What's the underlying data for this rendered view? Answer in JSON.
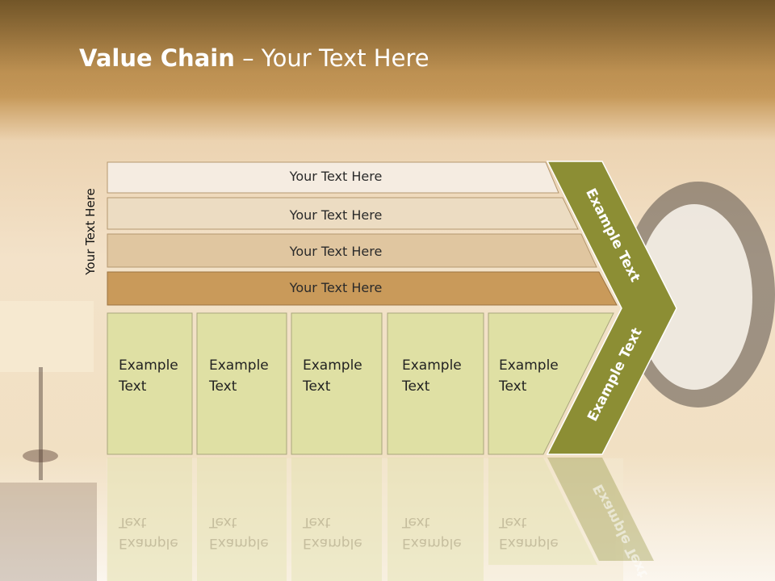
{
  "slide": {
    "title_bold": "Value Chain",
    "title_rest": " – Your Text Here",
    "vertical_label": "Your Text Here",
    "rows": [
      {
        "label": "Your Text Here",
        "fill": "#f5ece1"
      },
      {
        "label": "Your Text Here",
        "fill": "#ecdcc2"
      },
      {
        "label": "Your Text Here",
        "fill": "#e0c6a0"
      },
      {
        "label": "Your Text Here",
        "fill": "#c99a5a"
      }
    ],
    "boxes": [
      {
        "line1": "Example",
        "line2": "Text"
      },
      {
        "line1": "Example",
        "line2": "Text"
      },
      {
        "line1": "Example",
        "line2": "Text"
      },
      {
        "line1": "Example",
        "line2": "Text"
      },
      {
        "line1": "Example",
        "line2": "Text"
      }
    ],
    "chevron_top_text": "Example Text",
    "chevron_bottom_text": "Example Text",
    "colors": {
      "box_fill": "#dfe0a4",
      "chevron_fill": "#8c8e34",
      "title_color": "#ffffff"
    }
  }
}
